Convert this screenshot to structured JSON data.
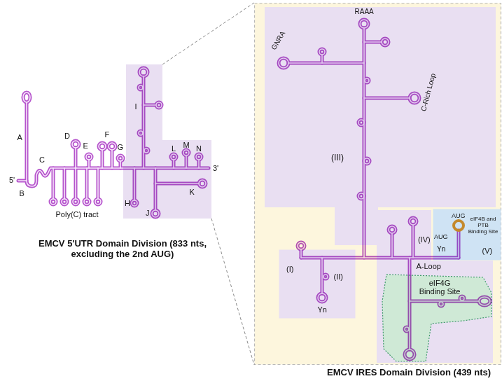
{
  "diagram": {
    "nodes": [
      {
        "text": [
          "I",
          "H",
          "J",
          "L",
          "M",
          "N",
          "K"
        ]
      },
      {
        "text": [
          "EMCV IRES Domain Division (439 nts)"
        ]
      },
      {
        "text": [
          "RAAA",
          "GNRA",
          "C-Rich Loop",
          "(III)"
        ],
        "in": 1
      },
      {
        "text": [
          "(I)",
          "(II)",
          "Yn"
        ],
        "in": 1
      },
      {
        "text": [
          "(IV)",
          "A-Loop"
        ],
        "in": 1
      },
      {
        "text": [
          "eIF4G Binding Site"
        ],
        "in": 4
      },
      {
        "text": [
          "AUG",
          "AUG",
          "Yn",
          "eIF4B and PTB Binding Site",
          "(V)"
        ],
        "in": 1
      }
    ],
    "edges": [
      {
        "from": 0,
        "to": 1,
        "arrow": "none"
      },
      {
        "from": 0,
        "to": 1,
        "arrow": "none"
      }
    ],
    "labels": [
      "A",
      "5'",
      "B",
      "C",
      "D",
      "E",
      "F",
      "G",
      "Poly(C) tract",
      "3'",
      "EMCV 5'UTR Domain Division (833 nts, excluding the 2nd AUG)"
    ]
  }
}
